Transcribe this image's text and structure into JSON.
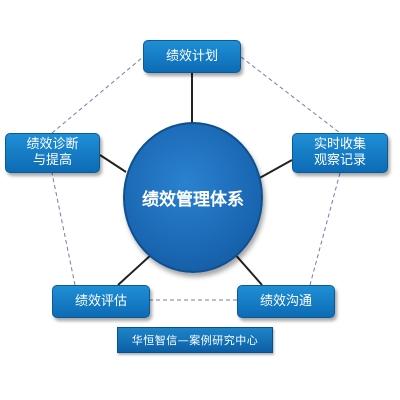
{
  "diagram": {
    "hub": {
      "label": "绩效管理体系"
    },
    "nodes": {
      "plan": {
        "label": "绩效计划"
      },
      "collect": {
        "label": "实时收集\n观察记录"
      },
      "communicate": {
        "label": "绩效沟通"
      },
      "evaluate": {
        "label": "绩效评估"
      },
      "improve": {
        "label": "绩效诊断\n与提高"
      }
    },
    "banner": {
      "text": "华恒智信—案例研究中心"
    }
  },
  "colors": {
    "node_fill": "#1a7cc7",
    "hub_fill": "#1a67b3",
    "connector": "#222222",
    "dashed_outline": "#6a7fb3"
  }
}
